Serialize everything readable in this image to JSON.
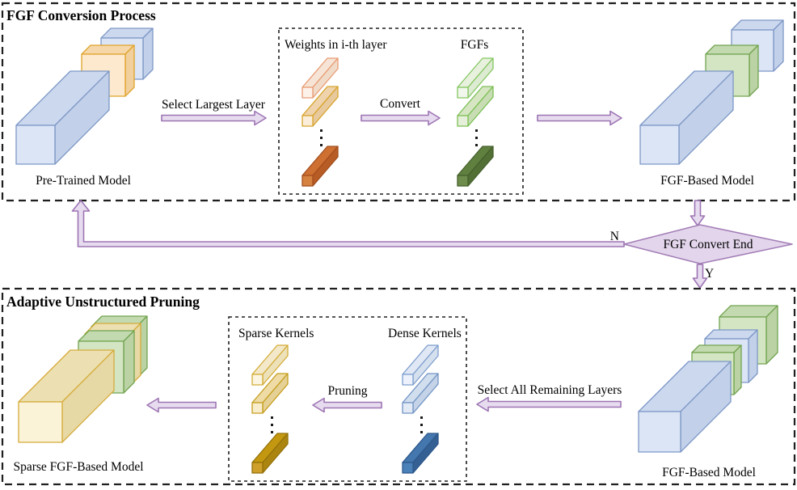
{
  "top": {
    "title": "FGF Conversion Process",
    "pretrained_label": "Pre-Trained Model",
    "select_arrow_label": "Select Largest Layer",
    "weights_title": "Weights in i-th layer",
    "fgfs_title": "FGFs",
    "convert_label": "Convert",
    "fgf_model_label": "FGF-Based Model"
  },
  "decision": {
    "question": "FGF Convert End",
    "no_label": "N",
    "yes_label": "Y"
  },
  "bottom": {
    "title": "Adaptive Unstructured Pruning",
    "fgf_model_label": "FGF-Based Model",
    "select_arrow_label": "Select All Remaining Layers",
    "sparse_title": "Sparse Kernels",
    "dense_title": "Dense Kernels",
    "pruning_label": "Pruning",
    "sparse_model_label": "Sparse FGF-Based Model"
  },
  "colors": {
    "border": "#1f1f1f",
    "arrow_fill": "#e7dcef",
    "arrow_stroke": "#9d74b4",
    "diamond_fill": "#e3d6ec",
    "diamond_stroke": "#a37eb7",
    "blue_f": "#dbe5f5",
    "blue_t": "#ccd8ee",
    "blue_s": "#c2d1e9",
    "blue_k": "#7d97c6",
    "orange_f": "#fde9cd",
    "orange_t": "#f6d7a9",
    "orange_s": "#f2d09e",
    "orange_k": "#dfa32a",
    "green_f": "#d3e5c3",
    "green_t": "#c3dab0",
    "green_s": "#bad2a4",
    "green_k": "#72a450",
    "yellow_f": "#fbf3d7",
    "yellow_t": "#ece0b2",
    "yellow_s": "#e7d9a6",
    "yellow_k": "#d5ab39",
    "ob1_f": "#fdf2ea",
    "ob1_t": "#f6e4d6",
    "ob1_s": "#f0dbc9",
    "ob1_k": "#e99b73",
    "ob2_f": "#faeedb",
    "ob2_t": "#eed3ac",
    "ob2_s": "#e7c99d",
    "ob2_k": "#d8a42b",
    "ob3_f": "#d5813f",
    "ob3_t": "#cf7033",
    "ob3_s": "#b85c25",
    "ob3_k": "#a24e1e",
    "gb1_f": "#f2f7ed",
    "gb1_t": "#e8f1de",
    "gb1_s": "#dcebd1",
    "gb1_k": "#84c65f",
    "gb2_f": "#e5efd9",
    "gb2_t": "#d6e6c3",
    "gb2_s": "#c9ddb4",
    "gb2_k": "#7cc055",
    "gb3_f": "#6e8c4c",
    "gb3_t": "#60803f",
    "gb3_s": "#527036",
    "gb3_k": "#45602c",
    "yb1_f": "#fbf5e2",
    "yb1_t": "#f3e9ca",
    "yb1_s": "#ede1b9",
    "yb1_k": "#d3ac37",
    "yb2_f": "#f8eecd",
    "yb2_t": "#eedba5",
    "yb2_s": "#e5d195",
    "yb2_k": "#c59d1c",
    "yb3_f": "#cea02b",
    "yb3_t": "#c39810",
    "yb3_s": "#ac8511",
    "yb3_k": "#93710a",
    "bb1_f": "#ecf1fb",
    "bb1_t": "#e0e8f5",
    "bb1_s": "#d5e0ef",
    "bb1_k": "#7e9ecd",
    "bb2_f": "#e2eaf6",
    "bb2_t": "#d1deee",
    "bb2_s": "#c4d3e7",
    "bb2_k": "#7395c5",
    "bb3_f": "#4b81b9",
    "bb3_t": "#4377ae",
    "bb3_s": "#356093",
    "bb3_k": "#2d578b"
  }
}
